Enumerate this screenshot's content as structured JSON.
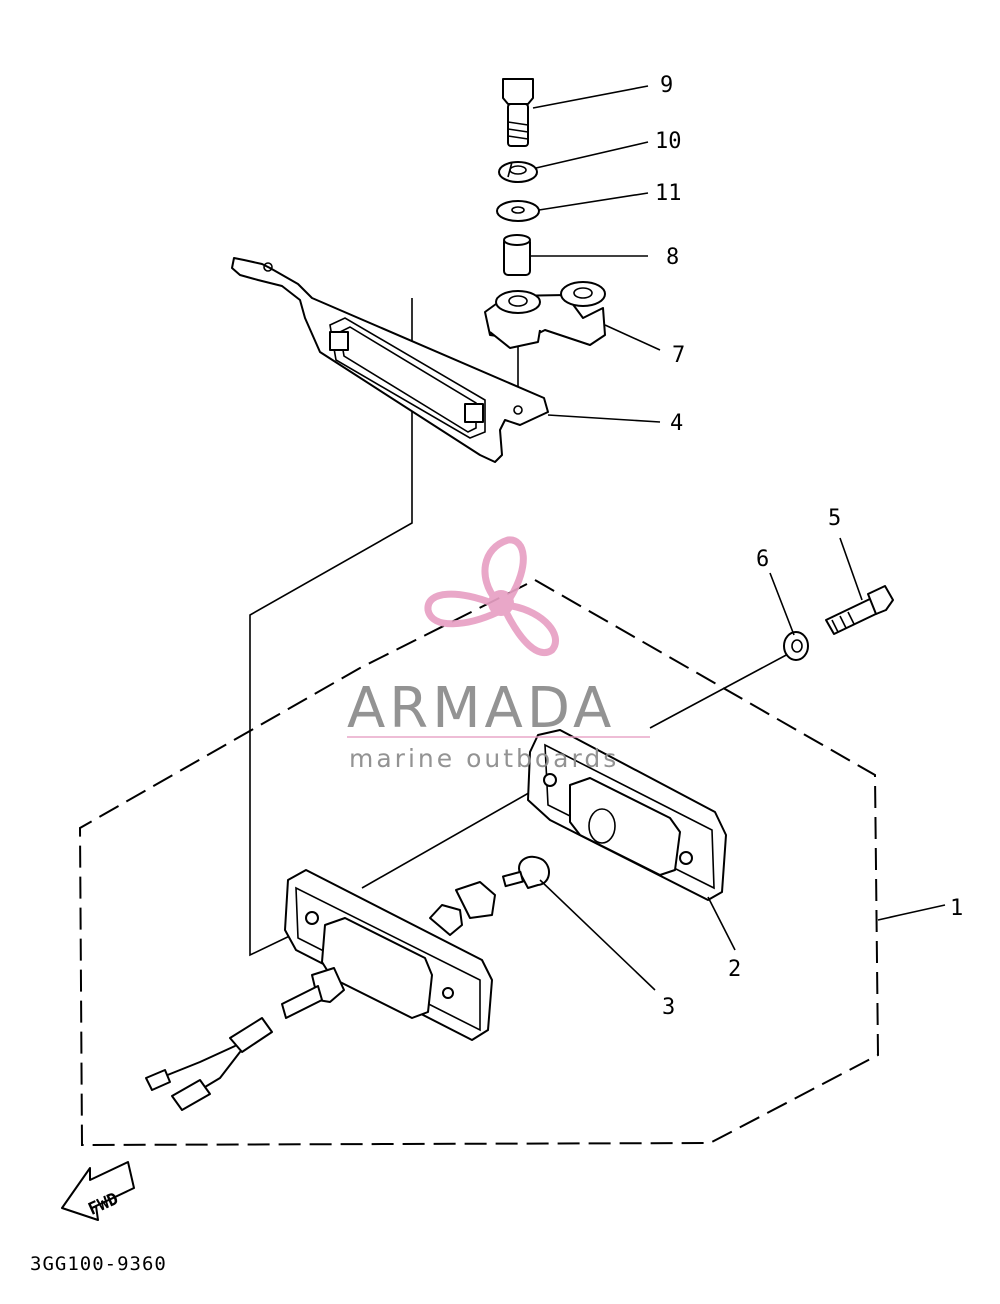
{
  "diagram": {
    "callouts": [
      {
        "id": "1",
        "label": "1"
      },
      {
        "id": "2",
        "label": "2"
      },
      {
        "id": "3",
        "label": "3"
      },
      {
        "id": "4",
        "label": "4"
      },
      {
        "id": "5",
        "label": "5"
      },
      {
        "id": "6",
        "label": "6"
      },
      {
        "id": "7",
        "label": "7"
      },
      {
        "id": "8",
        "label": "8"
      },
      {
        "id": "9",
        "label": "9"
      },
      {
        "id": "10",
        "label": "10"
      },
      {
        "id": "11",
        "label": "11"
      }
    ],
    "fwd_label": "FWD",
    "drawing_code": "3GG100-9360"
  },
  "watermark": {
    "brand": "ARMADA",
    "tagline": "marine outboards",
    "logo_color": "#e8a0c4",
    "text_color": "#8a8a8a",
    "icon": "propeller-icon"
  }
}
